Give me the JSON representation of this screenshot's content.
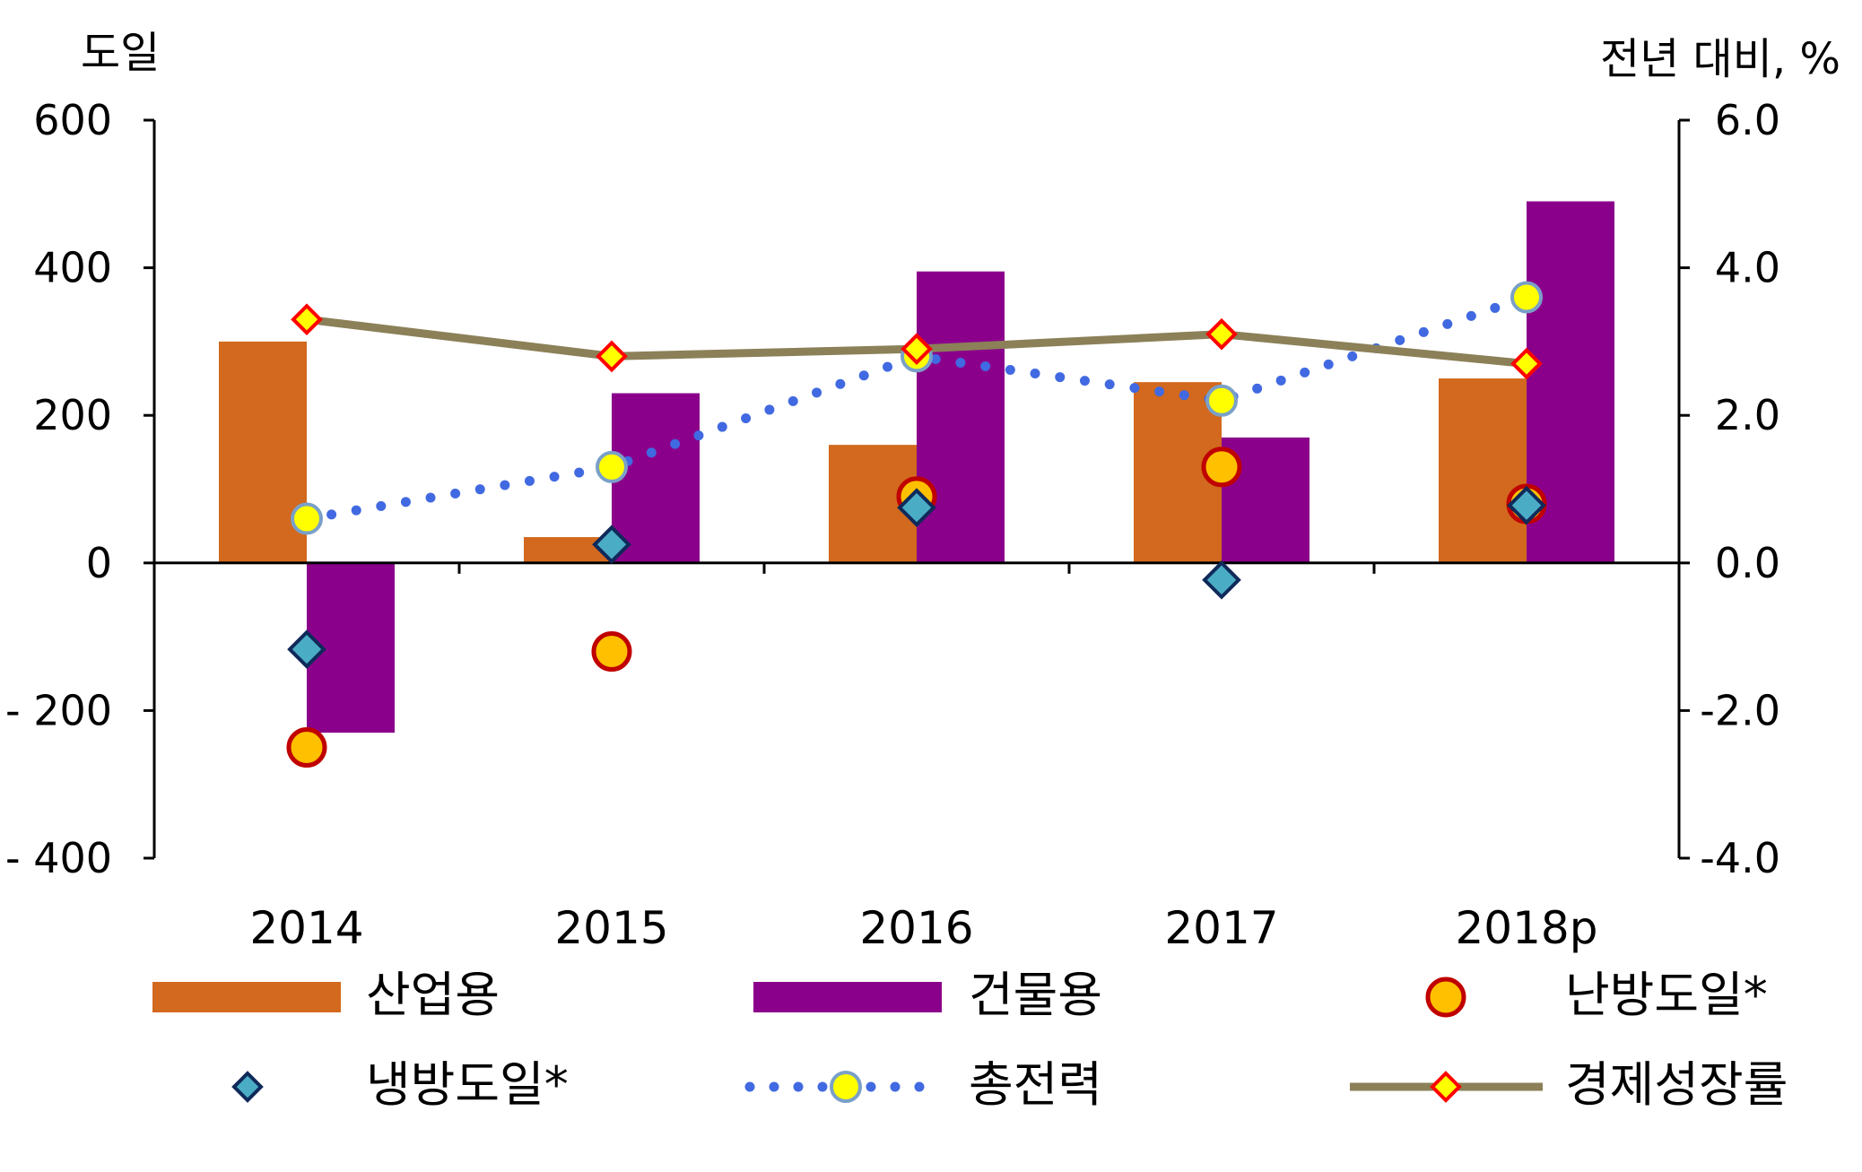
{
  "chart_data": {
    "type": "bar",
    "categories": [
      "2014",
      "2015",
      "2016",
      "2017",
      "2018p"
    ],
    "left_axis": {
      "label": "도일",
      "range": [
        -400,
        600
      ],
      "ticks": [
        600,
        400,
        200,
        0,
        -200,
        -400
      ],
      "tick_labels": [
        "600",
        "400",
        "200",
        "0",
        "- 200",
        "- 400"
      ]
    },
    "right_axis": {
      "label": "전년 대비, %",
      "range": [
        -4.0,
        6.0
      ],
      "ticks": [
        6.0,
        4.0,
        2.0,
        0.0,
        -2.0,
        -4.0
      ],
      "tick_labels": [
        "6.0",
        "4.0",
        "2.0",
        "0.0",
        "-2.0",
        "-4.0"
      ]
    },
    "grid": false,
    "legend_position": "bottom",
    "series": [
      {
        "name": "산업용",
        "kind": "bar",
        "axis": "right",
        "color": "#D2691E",
        "values": [
          3.0,
          0.35,
          1.6,
          2.45,
          2.5
        ]
      },
      {
        "name": "건물용",
        "kind": "bar",
        "axis": "right",
        "color": "#8B008B",
        "values": [
          -2.3,
          2.3,
          3.95,
          1.7,
          4.9
        ]
      },
      {
        "name": "난방도일*",
        "kind": "marker",
        "axis": "left",
        "color": "#FFC000",
        "edge": "#C00000",
        "values": [
          -250,
          -120,
          90,
          130,
          80
        ]
      },
      {
        "name": "냉방도일*",
        "kind": "marker",
        "axis": "left",
        "color": "#4BACC6",
        "edge": "#0F2A5A",
        "values": [
          -117,
          25,
          75,
          -23,
          78
        ]
      },
      {
        "name": "총전력",
        "kind": "dotted-line",
        "axis": "right",
        "color": "#4169E1",
        "marker_fill": "#FFFF00",
        "values": [
          0.6,
          1.3,
          2.8,
          2.2,
          3.6
        ]
      },
      {
        "name": "경제성장률",
        "kind": "line",
        "axis": "right",
        "color": "#8B8058",
        "marker_fill": "#FFFF00",
        "marker_edge": "#FF0000",
        "values": [
          3.3,
          2.8,
          2.9,
          3.1,
          2.7
        ]
      }
    ]
  }
}
